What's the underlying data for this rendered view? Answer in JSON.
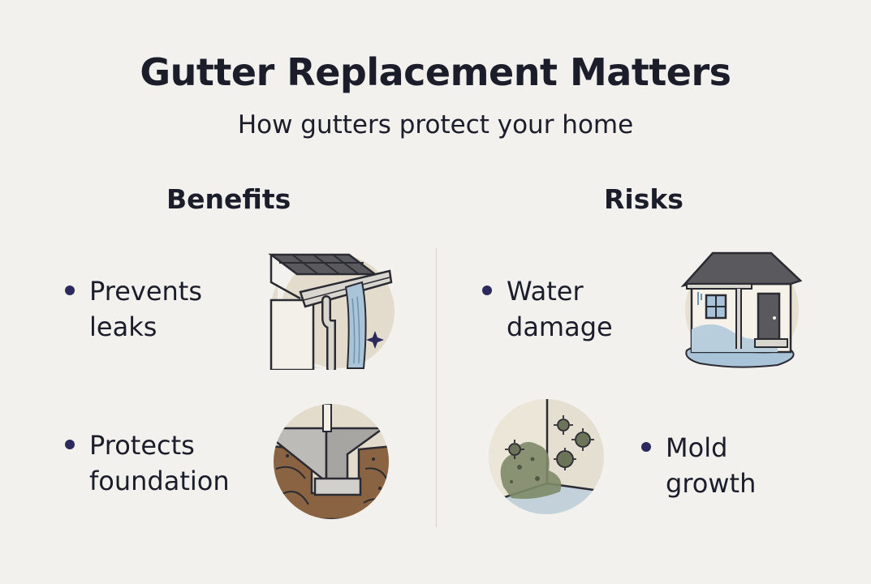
{
  "header": {
    "title": "Gutter Replacement Matters",
    "subtitle": "How gutters protect your home"
  },
  "benefits": {
    "heading": "Benefits",
    "items": [
      {
        "lines": [
          "Prevents",
          "leaks"
        ],
        "icon": "gutter-downspout-icon"
      },
      {
        "lines": [
          "Protects",
          "foundation"
        ],
        "icon": "foundation-soil-icon"
      }
    ]
  },
  "risks": {
    "heading": "Risks",
    "items": [
      {
        "lines": [
          "Water",
          "damage"
        ],
        "icon": "water-damaged-house-icon"
      },
      {
        "lines": [
          "Mold",
          "growth"
        ],
        "icon": "mold-corner-icon"
      }
    ]
  },
  "colors": {
    "background": "#f2f1ee",
    "text": "#1b1d2a",
    "bullet": "#2c2a5c",
    "water": "#a9c4d8",
    "soil": "#8a6442",
    "mold": "#7e8a67"
  }
}
